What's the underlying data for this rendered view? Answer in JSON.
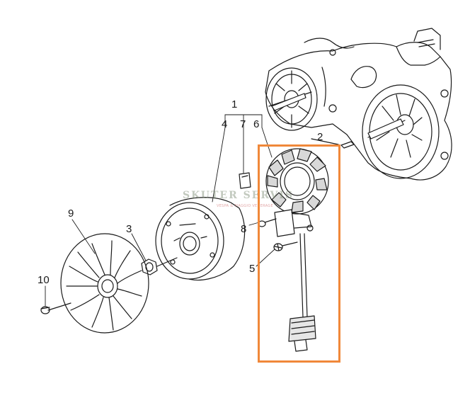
{
  "callouts": {
    "c1": "1",
    "c2": "2",
    "c3": "3",
    "c4": "4",
    "c5": "5",
    "c6": "6",
    "c7": "7",
    "c8": "8",
    "c9": "9",
    "c10": "10"
  },
  "watermark": {
    "title": "SKUTER SERVIS",
    "subtitle": "VESPA & PIAGGIO VEDERAGE"
  },
  "colors": {
    "line": "#1a1a1a",
    "highlight": "#f0883a",
    "background": "#ffffff"
  },
  "highlighted_part": "stator-assembly"
}
